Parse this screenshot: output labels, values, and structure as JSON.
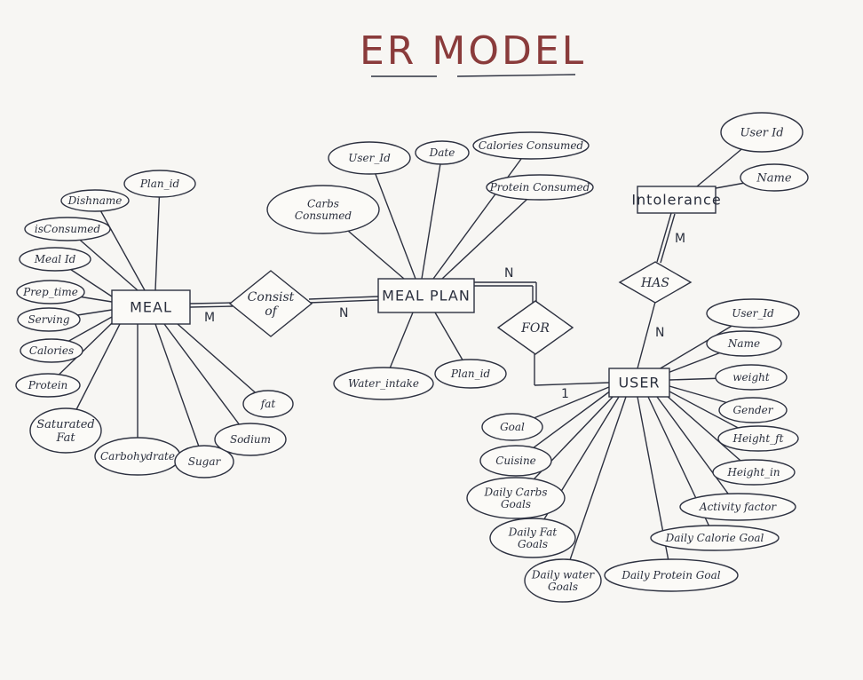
{
  "title": "ER MODEL",
  "entities": {
    "meal": "MEAL",
    "meal_plan": "MEAL PLAN",
    "user": "USER",
    "intolerance": "Intolerance"
  },
  "relationships": {
    "consist_of": [
      "Consist",
      "of"
    ],
    "for": "FOR",
    "has": "HAS"
  },
  "cardinalities": {
    "meal_consist": "M",
    "consist_plan": "N",
    "plan_for": "N",
    "for_user": "1",
    "user_has": "N",
    "has_intolerance": "M"
  },
  "meal_attributes": [
    "Plan_id",
    "Dishname",
    "isConsumed",
    "Meal Id",
    "Prep_time",
    "Serving",
    "Calories",
    "Protein",
    [
      "Saturated",
      "Fat"
    ],
    "Carbohydrate",
    "Sugar",
    "Sodium",
    "fat"
  ],
  "meal_plan_attributes": [
    "User_Id",
    "Date",
    "Calories Consumed",
    "Protein Consumed",
    [
      "Carbs",
      "Consumed"
    ],
    "Water_intake",
    "Plan_id"
  ],
  "intolerance_attributes": [
    "User Id",
    "Name"
  ],
  "user_attributes": [
    "User_Id",
    "Name",
    "weight",
    "Gender",
    "Height_ft",
    "Height_in",
    "Activity factor",
    "Daily Calorie Goal",
    "Daily Protein Goal",
    [
      "Daily water",
      "Goals"
    ],
    [
      "Daily Fat",
      "Goals"
    ],
    [
      "Daily Carbs",
      "Goals"
    ],
    "Cuisine",
    "Goal"
  ],
  "colors": {
    "ink": "#2d3140",
    "title": "#8a3b3b",
    "paper": "#f7f6f3"
  }
}
